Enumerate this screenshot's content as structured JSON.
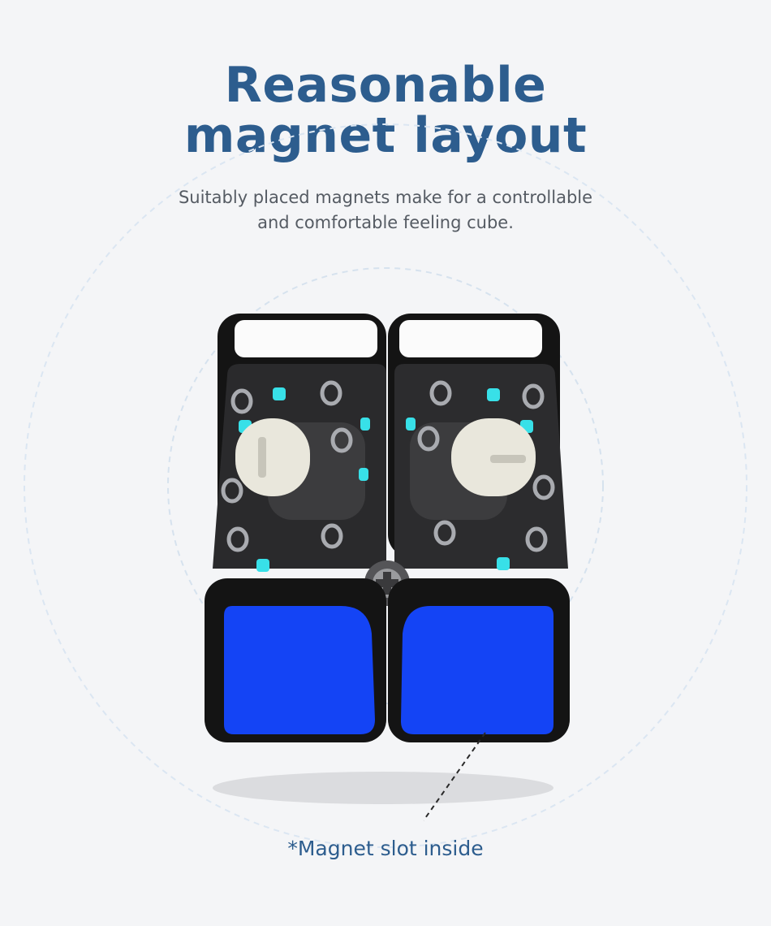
{
  "header": {
    "title_line1": "Reasonable",
    "title_line2": "magnet layout",
    "subtitle_line1": "Suitably placed magnets make for a controllable",
    "subtitle_line2": "and comfortable feeling cube."
  },
  "callout": {
    "label": "*Magnet slot inside"
  },
  "colors": {
    "accent": "#2d5d8e",
    "sticker_front": "#1444f5",
    "sticker_top": "#ffffff",
    "magnet": "#38e0e8",
    "cube_body": "#161616"
  },
  "icons": {
    "center_screw": "screw-icon"
  }
}
